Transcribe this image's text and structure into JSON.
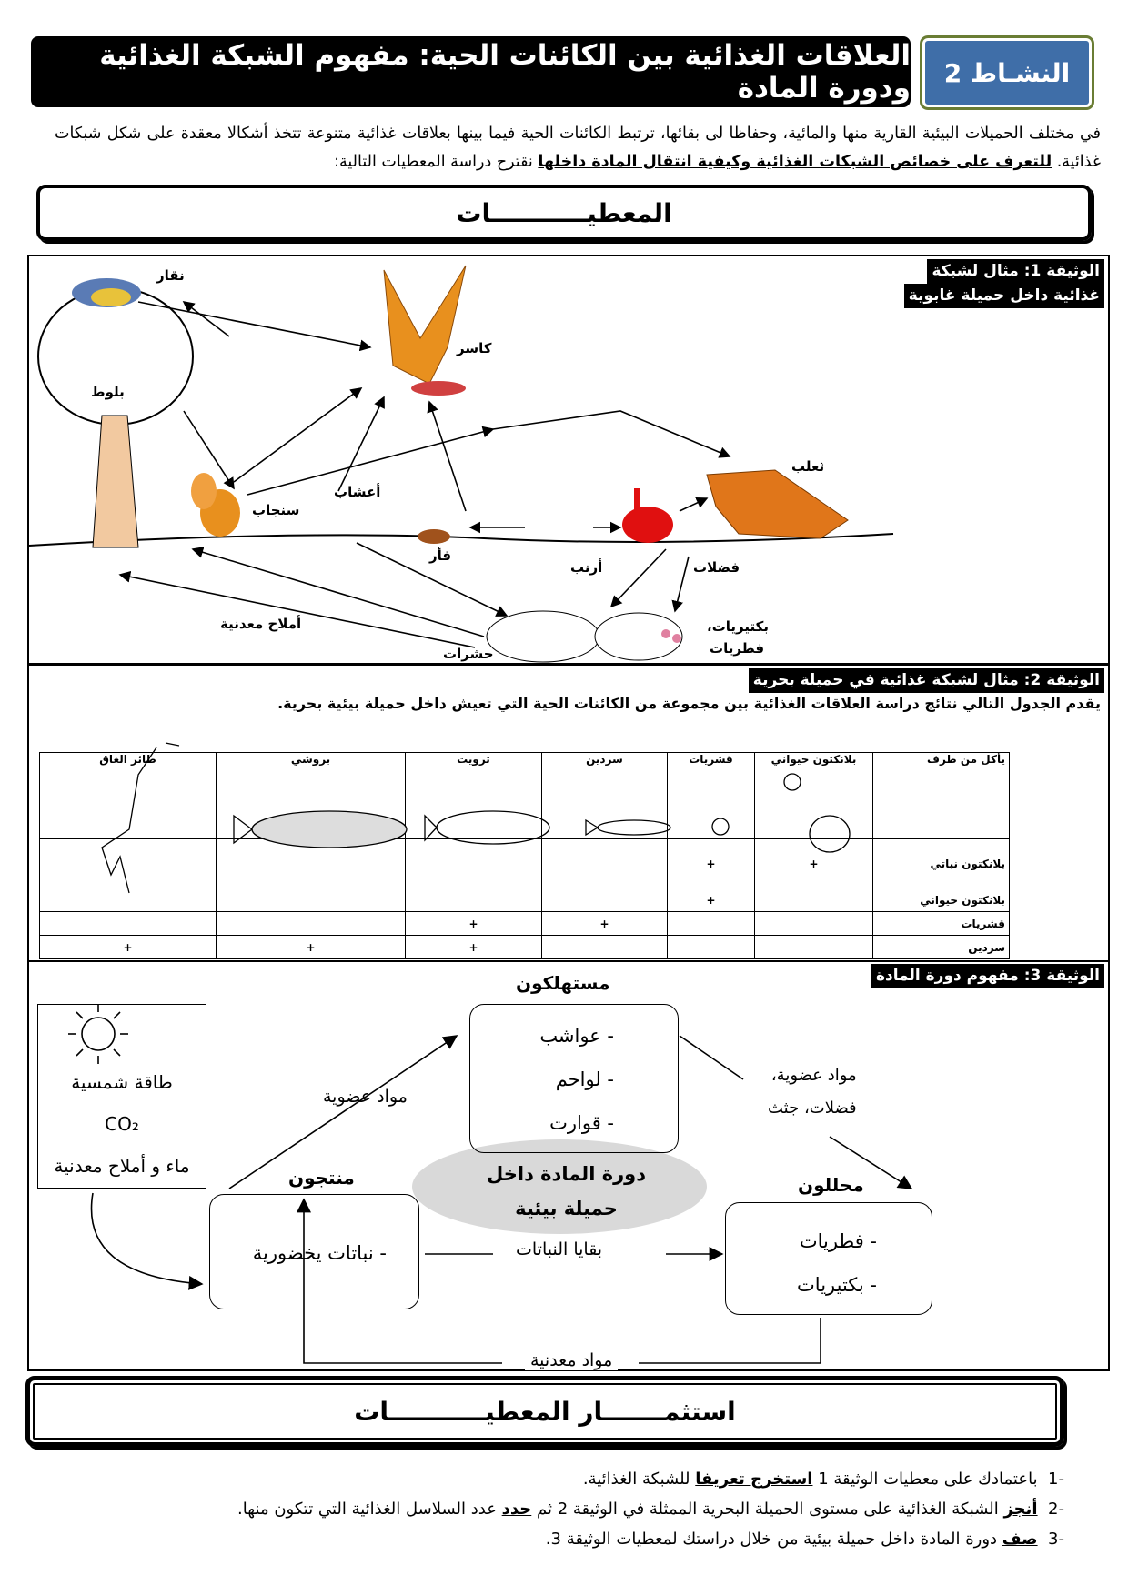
{
  "header": {
    "title": "العلاقات الغذائية بين الكائنات الحية: مفهوم الشبكة الغذائية ودورة المادة",
    "activity": "النشـاط 2"
  },
  "intro": {
    "text1": "في مختلف الحميلات البيئية القارية منها والمائية، وحفاظا لى بقائها، ترتبط الكائنات الحية فيما بينها بعلاقات غذائية متنوعة تتخذ أشكالا معقدة على شكل شبكات غذائية. ",
    "emph": "للتعرف على خصائص الشبكات الغذائية وكيفية انتقال المادة داخلها",
    "text2": " نقترح دراسة المعطيات التالية:"
  },
  "data_title": "المعطيـــــــــــات",
  "doc1": {
    "tag1": "الوثيقة 1: مثال لشبكة",
    "tag2": "غذائية داخل حميلة غابوية",
    "labels": {
      "woodpecker": "نقار",
      "hawk": "كاسر",
      "oak": "بلوط",
      "fox": "ثعلب",
      "squirrel": "سنجاب",
      "grass": "أعشاب",
      "mouse": "فأر",
      "rabbit": "أرنب",
      "droppings": "فضلات",
      "salts": "أملاح معدنية",
      "bacteria": "بكتيريات،",
      "fungi": "فطريات",
      "insects": "حشرات"
    }
  },
  "doc2": {
    "tag": "الوثيقة 2: مثال لشبكة غذائية في  حميلة بحرية",
    "desc": "يقدم الجدول التالي نتائج دراسة العلاقات الغذائية بين مجموعة من الكائنات الحية التي تعيش داخل حميلة بيئية بحرية.",
    "corner": "يأكل من طرف",
    "columns": [
      "بلانكتون حيواني",
      "قشريات",
      "سردين",
      "ترويت",
      "بروشي",
      "طائر الغاق"
    ],
    "rows": [
      {
        "name": "بلانكتون نباتي",
        "cells": [
          "+",
          "+",
          "",
          "",
          "",
          ""
        ]
      },
      {
        "name": "بلانكتون حيواني",
        "cells": [
          "",
          "+",
          "",
          "",
          "",
          ""
        ]
      },
      {
        "name": "قشريات",
        "cells": [
          "",
          "",
          "+",
          "+",
          "",
          ""
        ]
      },
      {
        "name": "سردين",
        "cells": [
          "",
          "",
          "",
          "+",
          "+",
          "+"
        ]
      }
    ]
  },
  "doc3": {
    "tag": "الوثيقة 3: مفهوم دورة المادة",
    "sources": [
      "طاقة شمسية",
      "CO₂",
      "ماء و أملاح معدنية"
    ],
    "consumers_title": "مستهلكون",
    "consumers": [
      "- عواشب",
      "- لواحم",
      "- قوارت"
    ],
    "producers_title": "منتجون",
    "producers": [
      "- نباتات يخضورية"
    ],
    "decomposers_title": "محللون",
    "decomposers": [
      "- فطريات",
      "- بكتيريات"
    ],
    "center1": "دورة المادة داخل",
    "center2": "حميلة بيئية",
    "organic": "مواد عضوية",
    "waste1": "مواد عضوية،",
    "waste2": "فضلات، جثث",
    "remains": "بقايا النباتات",
    "minerals": "مواد معدنية"
  },
  "exploit_title": "استثمـــــــار المعطيـــــــــــات",
  "questions": [
    {
      "num": "-1",
      "pre": "باعتمادك على معطيات الوثيقة 1 ",
      "verb": "استخرج تعريفا",
      "post": " للشبكة الغذائية."
    },
    {
      "num": "-2",
      "pre": "",
      "verb": "أنجز",
      "post": " الشبكة الغذائية على مستوى الحميلة البحرية الممثلة في الوثيقة 2 ثم ",
      "verb2": "حدد",
      "post2": " عدد السلاسل الغذائية التي تتكون منها."
    },
    {
      "num": "-3",
      "pre": "",
      "verb": "صف",
      "post": " دورة المادة  داخل حميلة بيئية من خلال دراستك لمعطيات الوثيقة 3."
    }
  ]
}
